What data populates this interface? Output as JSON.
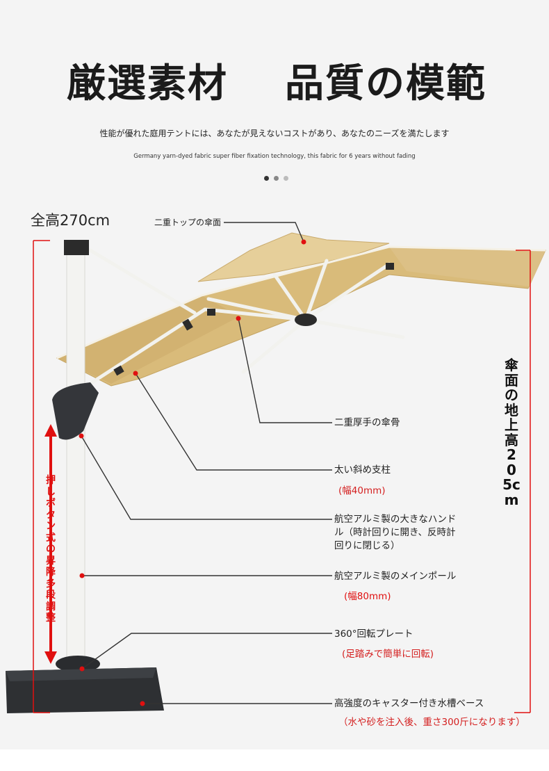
{
  "headline": {
    "left": "厳選素材",
    "right": "品質の模範"
  },
  "subtitle_jp": "性能が優れた庭用テントには、あなたが見えないコストがあり、あなたのニーズを満たします",
  "subtitle_en": "Germany yarn-dyed fabric super fiber fixation technology, this fabric for 6 years without fading",
  "carousel_dots": [
    "#333333",
    "#888888",
    "#bbbbbb"
  ],
  "total_height": "全高270cm",
  "canopy_height": "傘面の地上高205cm",
  "push_button_adjust": "押しボタン式の昇降多段調整",
  "labels": {
    "double_top": "二重トップの傘面",
    "ribs": "二重厚手の傘骨",
    "strut": "太い斜め支柱",
    "strut_note": "(幅40mm)",
    "handle": "航空アルミ製の大きなハンドル（時計回りに開き、反時計回りに閉じる）",
    "pole": "航空アルミ製のメインポール",
    "pole_note": "(幅80mm)",
    "plate": "360°回転プレート",
    "plate_note": "(足踏みで簡単に回転)",
    "base": "高強度のキャスター付き水槽ベース",
    "base_note": "（水や砂を注入後、重さ300斤になります）"
  },
  "colors": {
    "canopy": "#d9bb7a",
    "frame": "#f2f2ee",
    "accent_red": "#e01010",
    "base": "#2e3033"
  }
}
